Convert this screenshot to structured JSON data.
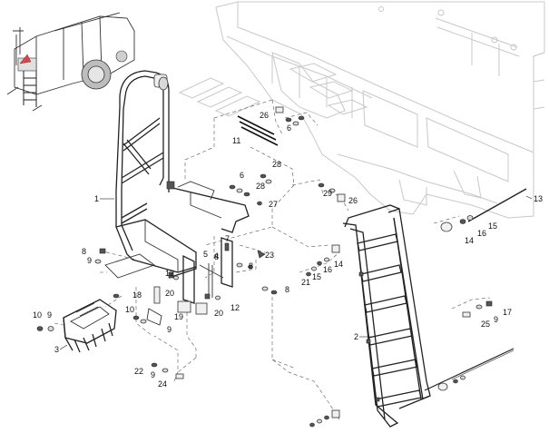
{
  "callouts": [
    {
      "id": "c1",
      "text": "1"
    },
    {
      "id": "c2",
      "text": "2"
    },
    {
      "id": "c3",
      "text": "3"
    },
    {
      "id": "c4a",
      "text": "4"
    },
    {
      "id": "c5",
      "text": "5"
    },
    {
      "id": "c6a",
      "text": "6"
    },
    {
      "id": "c6b",
      "text": "6"
    },
    {
      "id": "c7",
      "text": "7"
    },
    {
      "id": "c8a",
      "text": "8"
    },
    {
      "id": "c8b",
      "text": "8"
    },
    {
      "id": "c8c",
      "text": "8"
    },
    {
      "id": "c8d",
      "text": "8"
    },
    {
      "id": "c9a",
      "text": "9"
    },
    {
      "id": "c9b",
      "text": "9"
    },
    {
      "id": "c9c",
      "text": "9"
    },
    {
      "id": "c9d",
      "text": "9"
    },
    {
      "id": "c9e",
      "text": "9"
    },
    {
      "id": "c10a",
      "text": "10"
    },
    {
      "id": "c10b",
      "text": "10"
    },
    {
      "id": "c11",
      "text": "11"
    },
    {
      "id": "c12a",
      "text": "12"
    },
    {
      "id": "c12b",
      "text": "12"
    },
    {
      "id": "c13",
      "text": "13"
    },
    {
      "id": "c14a",
      "text": "14"
    },
    {
      "id": "c14b",
      "text": "14"
    },
    {
      "id": "c15a",
      "text": "15"
    },
    {
      "id": "c15b",
      "text": "15"
    },
    {
      "id": "c16a",
      "text": "16"
    },
    {
      "id": "c16b",
      "text": "16"
    },
    {
      "id": "c17",
      "text": "17"
    },
    {
      "id": "c18",
      "text": "18"
    },
    {
      "id": "c19",
      "text": "19"
    },
    {
      "id": "c20a",
      "text": "20"
    },
    {
      "id": "c20b",
      "text": "20"
    },
    {
      "id": "c21",
      "text": "21"
    },
    {
      "id": "c22",
      "text": "22"
    },
    {
      "id": "c23",
      "text": "23"
    },
    {
      "id": "c24",
      "text": "24"
    },
    {
      "id": "c25",
      "text": "25"
    },
    {
      "id": "c26a",
      "text": "26"
    },
    {
      "id": "c26b",
      "text": "26"
    },
    {
      "id": "c27",
      "text": "27"
    },
    {
      "id": "c28a",
      "text": "28"
    },
    {
      "id": "c28b",
      "text": "28"
    },
    {
      "id": "c29",
      "text": "29"
    }
  ]
}
